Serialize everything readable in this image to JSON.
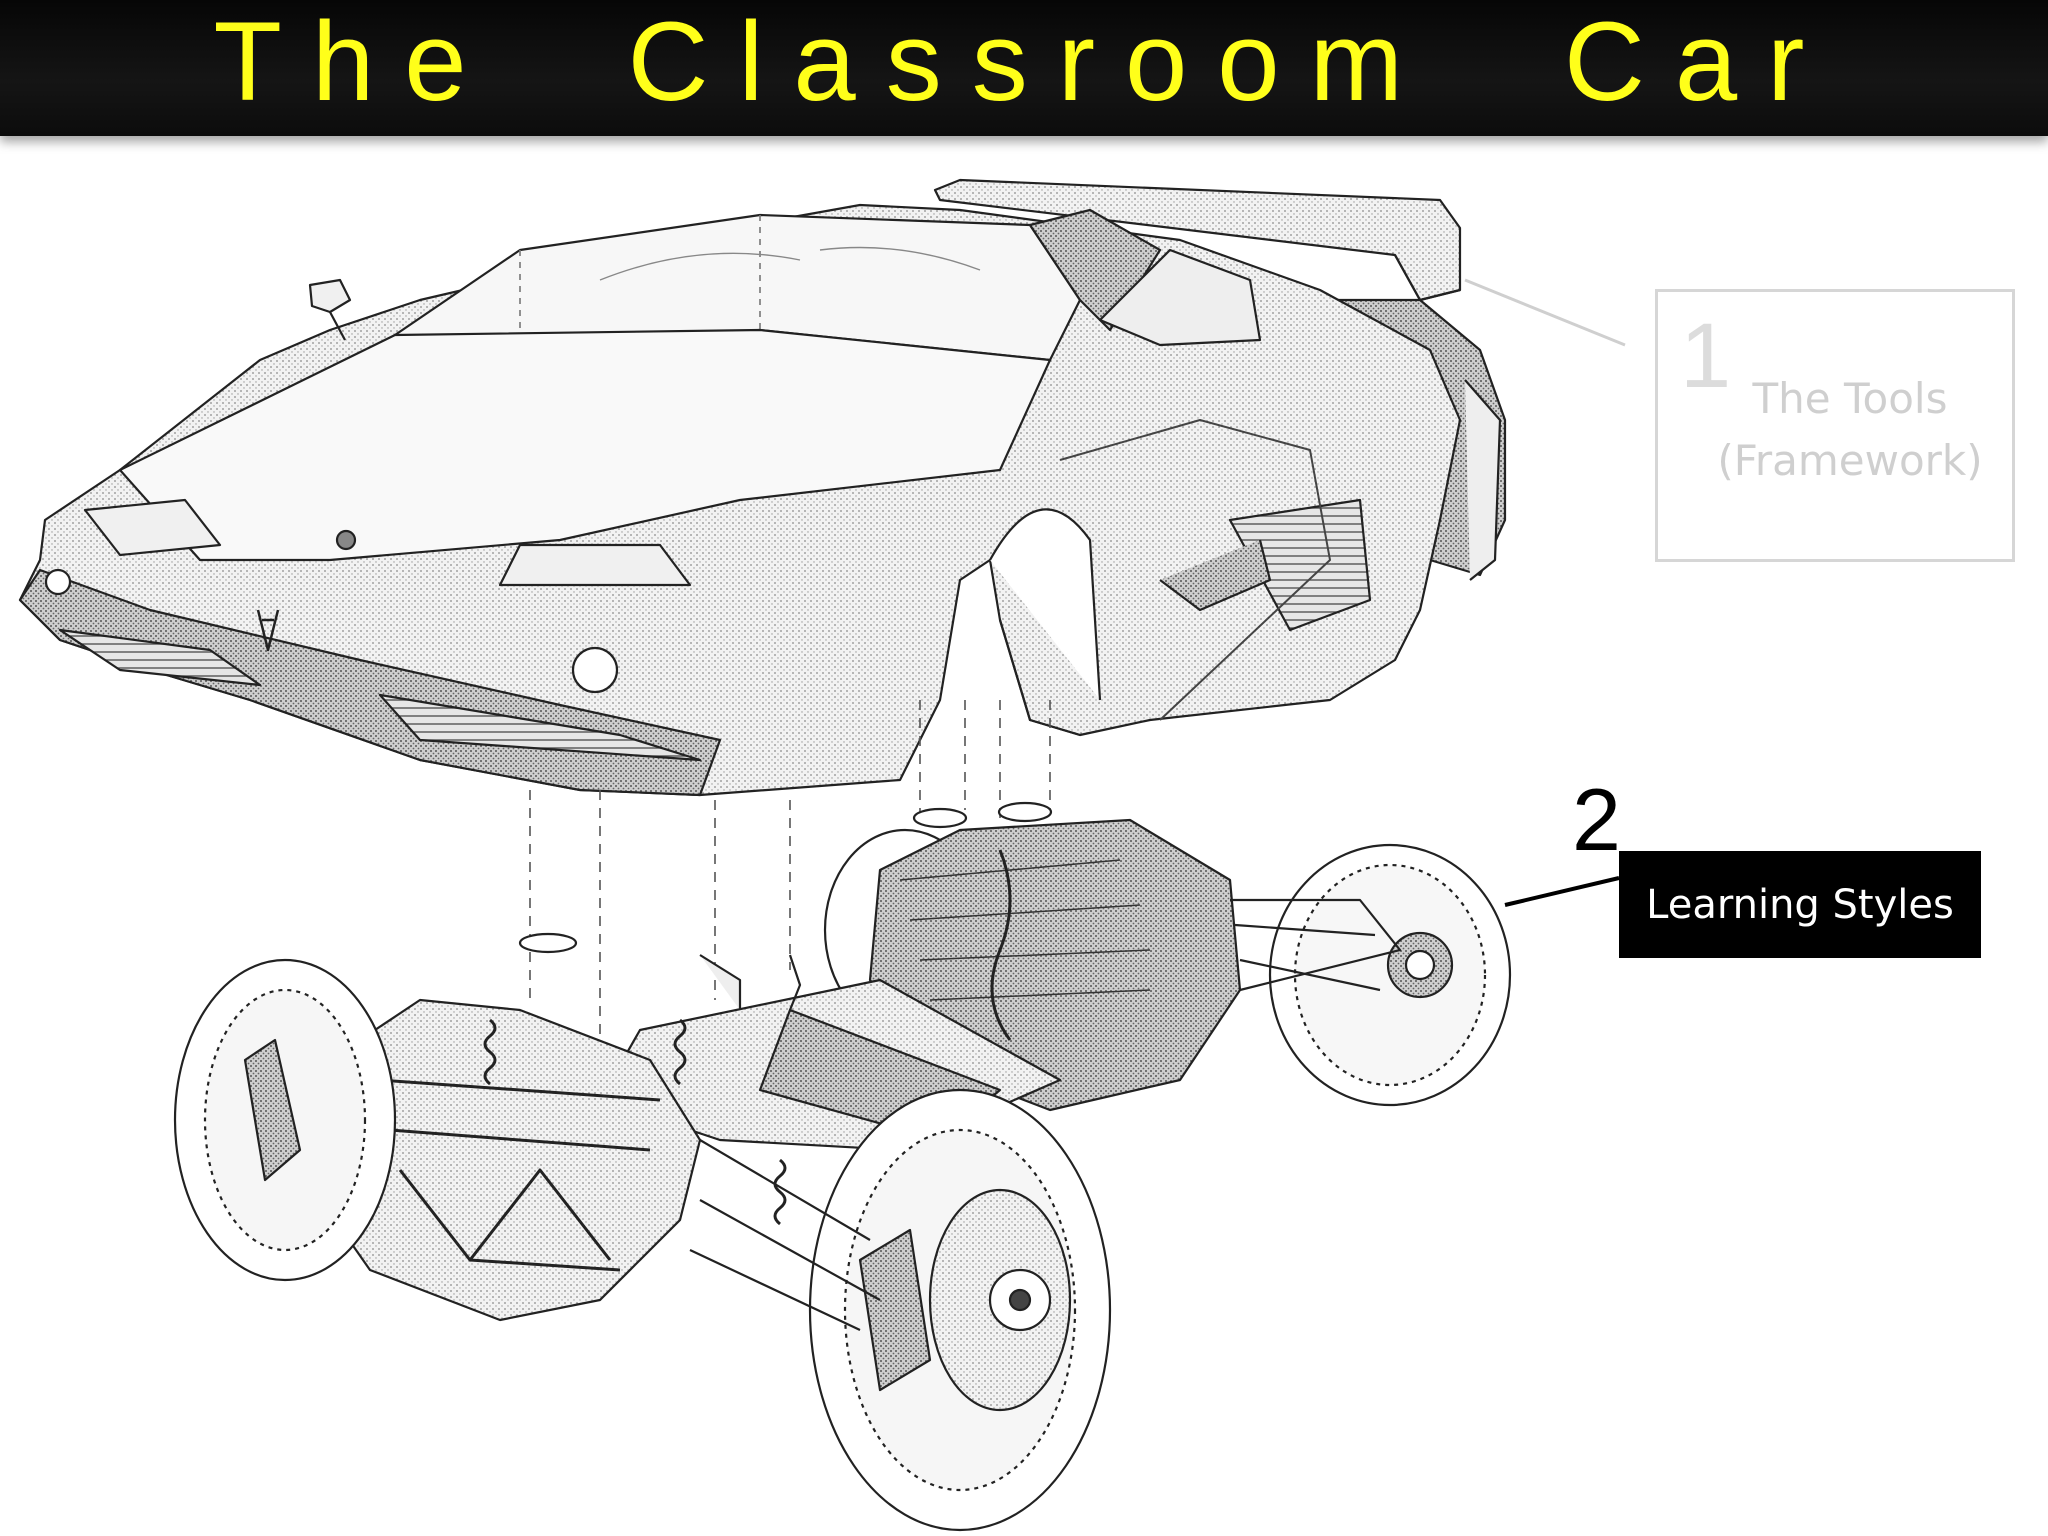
{
  "title": "The Classroom Car",
  "callouts": [
    {
      "number": "1",
      "label": "The Tools (Framework)"
    },
    {
      "number": "2",
      "label": "Learning Styles"
    }
  ],
  "colors": {
    "title_bar": "#0b0b0b",
    "title_text": "#ffff1a",
    "callout_1": "#d6d6d6",
    "callout_2_bg": "#000000",
    "callout_2_text": "#ffffff"
  }
}
